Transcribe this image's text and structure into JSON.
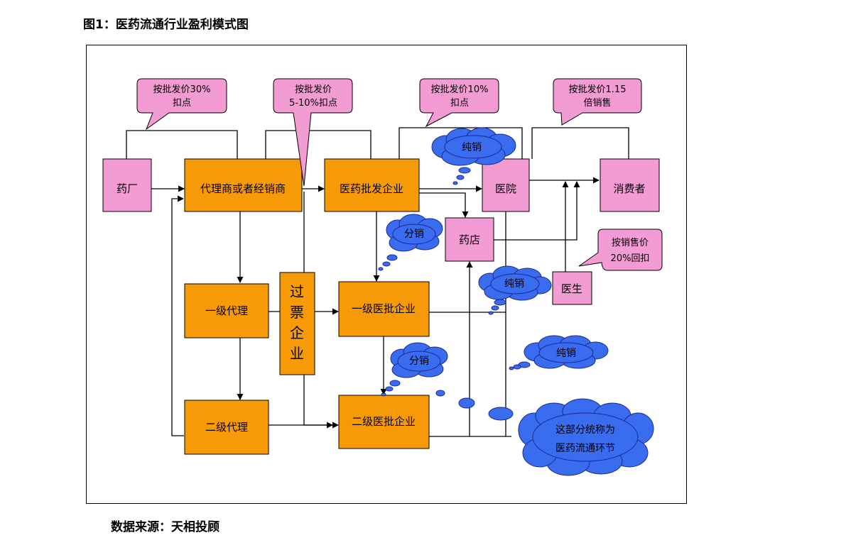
{
  "figure_title": "图1：医药流通行业盈利模式图",
  "source": "数据来源：天相投顾",
  "colors": {
    "orange": "#f79a07",
    "pink": "#f39bd3",
    "cloud": "#3a6cf0",
    "line": "#000000"
  },
  "nodes": {
    "factory": "药厂",
    "agent": "代理商或者经销商",
    "wholesale": "医药批发企业",
    "hospital": "医院",
    "consumer": "消费者",
    "pharmacy": "药店",
    "doctor": "医生",
    "level1_agent": "一级代理",
    "level1_wholesale": "一级医批企业",
    "level2_agent": "二级代理",
    "level2_wholesale": "二级医批企业",
    "ticket_company": [
      "过",
      "票",
      "企",
      "业"
    ]
  },
  "callouts": {
    "c1": [
      "按批发价30%",
      "扣点"
    ],
    "c2": [
      "按批发价",
      "5-10%扣点"
    ],
    "c3": [
      "按批发价10%",
      "扣点"
    ],
    "c4": [
      "按批发价1.15",
      "倍销售"
    ],
    "c5": [
      "按销售价",
      "20%回扣"
    ]
  },
  "clouds": {
    "pure_sales_1": "纯销",
    "distribution_1": "分销",
    "pure_sales_2": "纯销",
    "distribution_2": "分销",
    "pure_sales_3": "纯销",
    "circulation": [
      "这部分统称为",
      "医药流通环节"
    ]
  }
}
